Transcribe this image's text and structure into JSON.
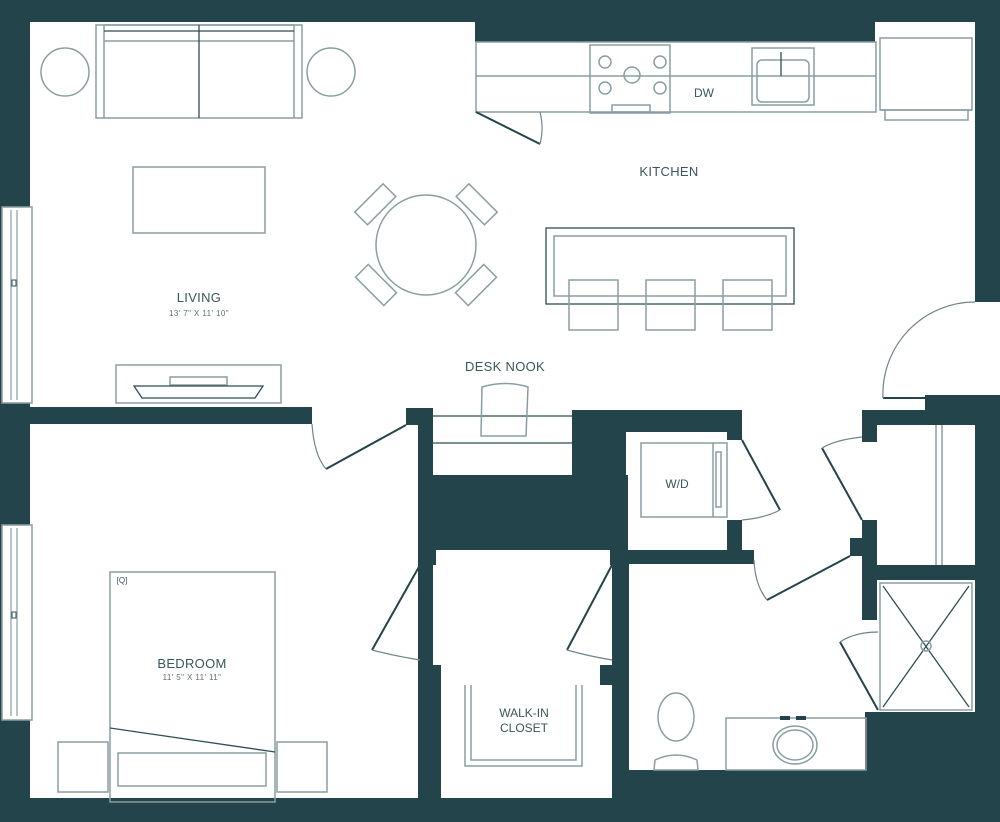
{
  "plan": {
    "colors": {
      "wall": "#24444b",
      "fixture": "#8a9ea1",
      "background": "#ffffff"
    },
    "rooms": [
      {
        "id": "living",
        "name": "LIVING",
        "dimensions": "13' 7\" X 11' 10\""
      },
      {
        "id": "kitchen",
        "name": "KITCHEN"
      },
      {
        "id": "desk-nook",
        "name": "DESK NOOK"
      },
      {
        "id": "bedroom",
        "name": "BEDROOM",
        "dimensions": "11' 5\" X 11' 11\""
      },
      {
        "id": "walk-in-closet",
        "name": "WALK-IN\nCLOSET",
        "line1": "WALK-IN",
        "line2": "CLOSET"
      }
    ],
    "appliances": {
      "dishwasher": "DW",
      "washer_dryer": "W/D",
      "bed_size": "[Q]"
    }
  }
}
